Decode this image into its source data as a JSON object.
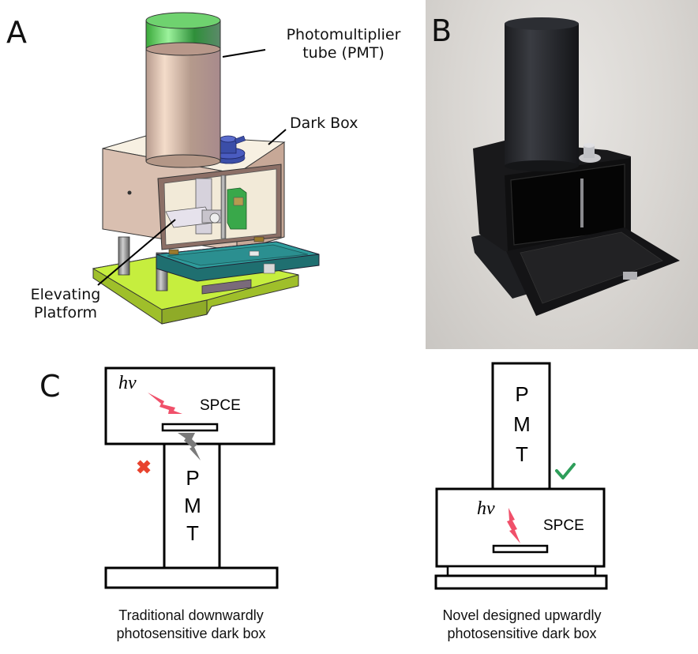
{
  "panels": {
    "a": {
      "label": "A",
      "callouts": {
        "pmt_line1": "Photomultiplier",
        "pmt_line2": "tube (PMT)",
        "dark_box": "Dark Box",
        "platform_line1": "Elevating",
        "platform_line2": "Platform"
      },
      "colors": {
        "cap": "#5fc45f",
        "tube": "#c9ab9c",
        "box": "#cfb6a6",
        "lid": "#2a8c8c",
        "base": "#b8e23a",
        "knob": "#3b4ea8",
        "bracket": "#39a84a"
      }
    },
    "b": {
      "label": "B",
      "description": "photo"
    },
    "c": {
      "label": "C",
      "traditional": {
        "hv": "hv",
        "spce": "SPCE",
        "pmt_letters": [
          "P",
          "M",
          "T"
        ],
        "status": "cross",
        "caption_line1": "Traditional downwardly",
        "caption_line2": "photosensitive dark box"
      },
      "novel": {
        "hv": "hv",
        "spce": "SPCE",
        "pmt_letters": [
          "P",
          "M",
          "T"
        ],
        "status": "check",
        "caption_line1": "Novel designed upwardly",
        "caption_line2": "photosensitive dark box"
      },
      "colors": {
        "light_bolt": "#f0506a",
        "signal_bolt": "#7a7a7a",
        "cross": "#e8432e",
        "check": "#2e9e5a"
      }
    }
  }
}
